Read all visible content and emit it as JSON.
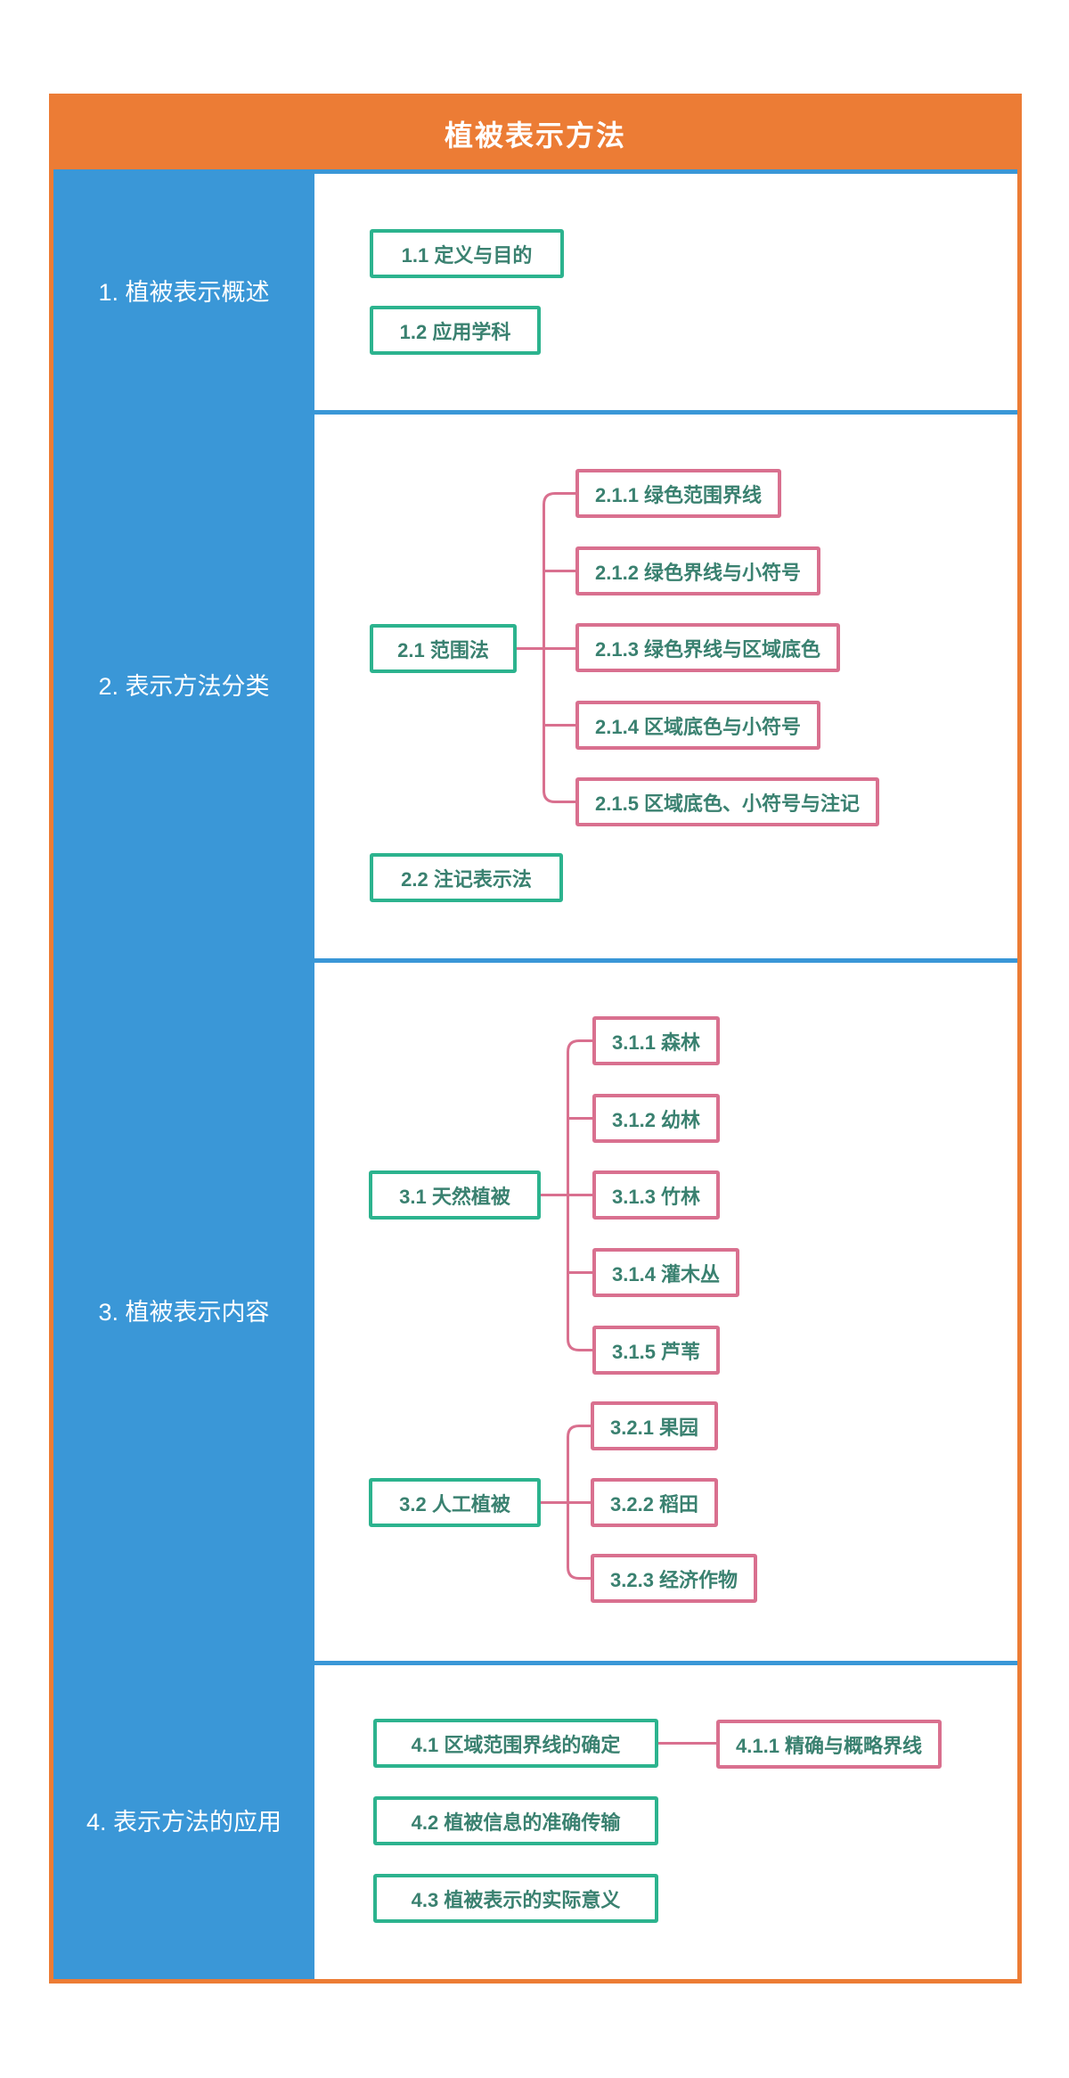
{
  "title": "植被表示方法",
  "colors": {
    "header_orange": "#EC7C35",
    "sidebar_blue": "#3A97D7",
    "separator_blue": "#3A97D7",
    "level2_border_green": "#2CB38E",
    "node_text_green": "#3A8170",
    "level3_border_pink": "#D9708F",
    "connector_pink": "#D9708F",
    "title_text_white": "#FFFFFF"
  },
  "sections": [
    {
      "label": "1. 植被表示概述",
      "nodes": [
        {
          "label": "1.1 定义与目的",
          "children": []
        },
        {
          "label": "1.2 应用学科",
          "children": []
        }
      ]
    },
    {
      "label": "2. 表示方法分类",
      "nodes": [
        {
          "label": "2.1 范围法",
          "children": [
            {
              "label": "2.1.1 绿色范围界线"
            },
            {
              "label": "2.1.2 绿色界线与小符号"
            },
            {
              "label": "2.1.3 绿色界线与区域底色"
            },
            {
              "label": "2.1.4 区域底色与小符号"
            },
            {
              "label": "2.1.5 区域底色、小符号与注记"
            }
          ]
        },
        {
          "label": "2.2 注记表示法",
          "children": []
        }
      ]
    },
    {
      "label": "3. 植被表示内容",
      "nodes": [
        {
          "label": "3.1 天然植被",
          "children": [
            {
              "label": "3.1.1 森林"
            },
            {
              "label": "3.1.2 幼林"
            },
            {
              "label": "3.1.3 竹林"
            },
            {
              "label": "3.1.4 灌木丛"
            },
            {
              "label": "3.1.5 芦苇"
            }
          ]
        },
        {
          "label": "3.2 人工植被",
          "children": [
            {
              "label": "3.2.1 果园"
            },
            {
              "label": "3.2.2 稻田"
            },
            {
              "label": "3.2.3 经济作物"
            }
          ]
        }
      ]
    },
    {
      "label": "4. 表示方法的应用",
      "nodes": [
        {
          "label": "4.1 区域范围界线的确定",
          "children": [
            {
              "label": "4.1.1 精确与概略界线"
            }
          ]
        },
        {
          "label": "4.2 植被信息的准确传输",
          "children": []
        },
        {
          "label": "4.3 植被表示的实际意义",
          "children": []
        }
      ]
    }
  ]
}
